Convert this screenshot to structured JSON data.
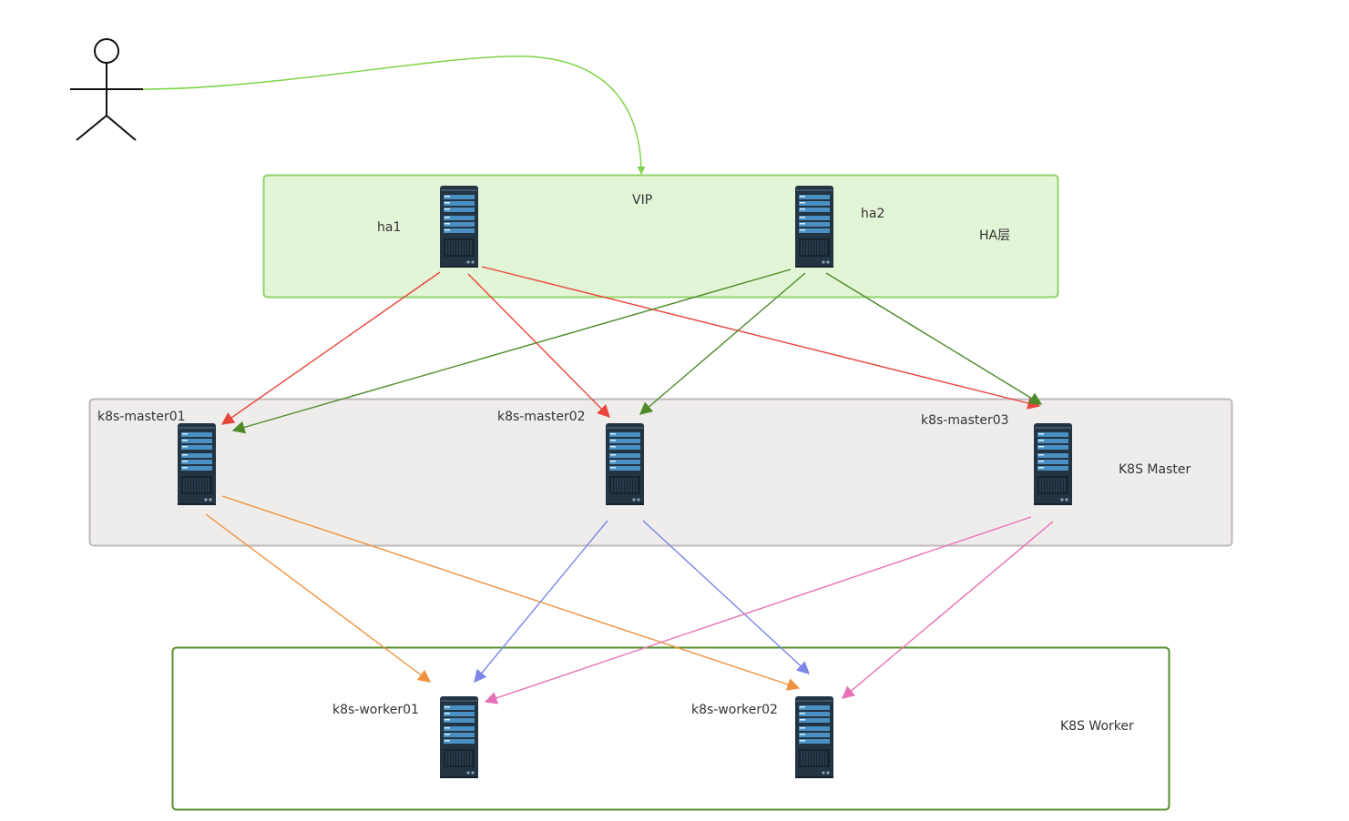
{
  "layers": {
    "ha": {
      "label": "HA层",
      "fill": "#e3f5d7",
      "stroke": "#8fd36a"
    },
    "master": {
      "label": "K8S Master",
      "fill": "#efecec",
      "stroke": "#bdb9b9"
    },
    "worker": {
      "label": "K8S Worker",
      "fill": "#ffffff",
      "stroke": "#5a8f2e"
    }
  },
  "vip_label": "VIP",
  "nodes": {
    "ha1": "ha1",
    "ha2": "ha2",
    "master01": "k8s-master01",
    "master02": "k8s-master02",
    "master03": "k8s-master03",
    "worker01": "k8s-worker01",
    "worker02": "k8s-worker02"
  },
  "icons": {
    "user": "user-stick-figure-icon",
    "server": "server-rack-icon"
  },
  "colors": {
    "user_to_vip": "#7ed348",
    "ha1_links": "#e8463c",
    "ha2_links": "#4e8a2a",
    "master01_links": "#ef9340",
    "master02_links": "#7b86e6",
    "master03_links": "#e870b6",
    "server_body": "#233442",
    "server_bay": "#4a90c2"
  },
  "edges": [
    {
      "from": "user",
      "to": "VIP",
      "color": "user_to_vip"
    },
    {
      "from": "ha1",
      "to": "k8s-master01",
      "color": "ha1_links"
    },
    {
      "from": "ha1",
      "to": "k8s-master02",
      "color": "ha1_links"
    },
    {
      "from": "ha1",
      "to": "k8s-master03",
      "color": "ha1_links"
    },
    {
      "from": "ha2",
      "to": "k8s-master01",
      "color": "ha2_links"
    },
    {
      "from": "ha2",
      "to": "k8s-master02",
      "color": "ha2_links"
    },
    {
      "from": "ha2",
      "to": "k8s-master03",
      "color": "ha2_links"
    },
    {
      "from": "k8s-master01",
      "to": "k8s-worker01",
      "color": "master01_links"
    },
    {
      "from": "k8s-master01",
      "to": "k8s-worker02",
      "color": "master01_links"
    },
    {
      "from": "k8s-master02",
      "to": "k8s-worker01",
      "color": "master02_links"
    },
    {
      "from": "k8s-master02",
      "to": "k8s-worker02",
      "color": "master02_links"
    },
    {
      "from": "k8s-master03",
      "to": "k8s-worker01",
      "color": "master03_links"
    },
    {
      "from": "k8s-master03",
      "to": "k8s-worker02",
      "color": "master03_links"
    }
  ]
}
